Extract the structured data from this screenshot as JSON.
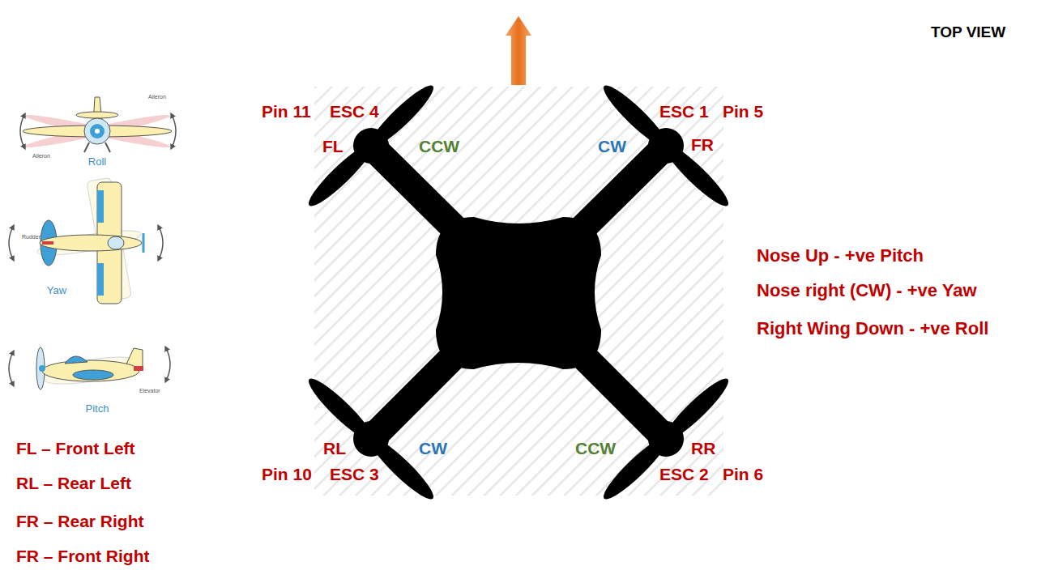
{
  "diagram": {
    "title": "TOP VIEW",
    "labels": [
      "Pin 11",
      "ESC 4",
      "FL",
      "CCW",
      "ESC 1",
      "Pin 5",
      "CW",
      "FR",
      "Nose Up - +ve Pitch",
      "Nose right (CW) - +ve Yaw",
      "Right Wing Down - +ve Roll",
      "Aileron",
      "Aileron",
      "Roll",
      "Rudder",
      "Yaw",
      "Elevator",
      "Pitch",
      "RL",
      "CW",
      "CCW",
      "RR",
      "Pin 10",
      "ESC 3",
      "ESC 2",
      "Pin 6",
      "FL – Front Left",
      "RL – Rear Left",
      "FR – Rear Right",
      "FR – Front Right"
    ]
  }
}
